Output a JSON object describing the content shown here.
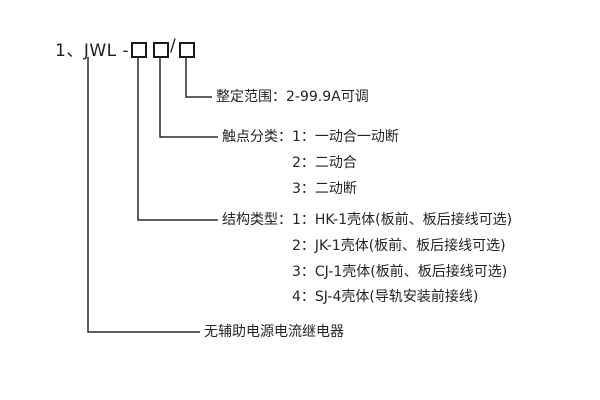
{
  "model": {
    "prefix": "1、JWL -",
    "slash": "/"
  },
  "branches": {
    "setting_range": "整定范围：2-99.9A可调",
    "contact": {
      "heading": "触点分类：1：一动合一动断",
      "options": [
        "2：二动合",
        "3：二动断"
      ]
    },
    "structure": {
      "heading": "结构类型：1：HK-1壳体(板前、板后接线可选)",
      "options": [
        "2：JK-1壳体(板前、板后接线可选)",
        "3：CJ-1壳体(板前、板后接线可选)",
        "4：SJ-4壳体(导轨安装前接线)"
      ]
    },
    "relay_name": "无辅助电源电流继电器"
  }
}
